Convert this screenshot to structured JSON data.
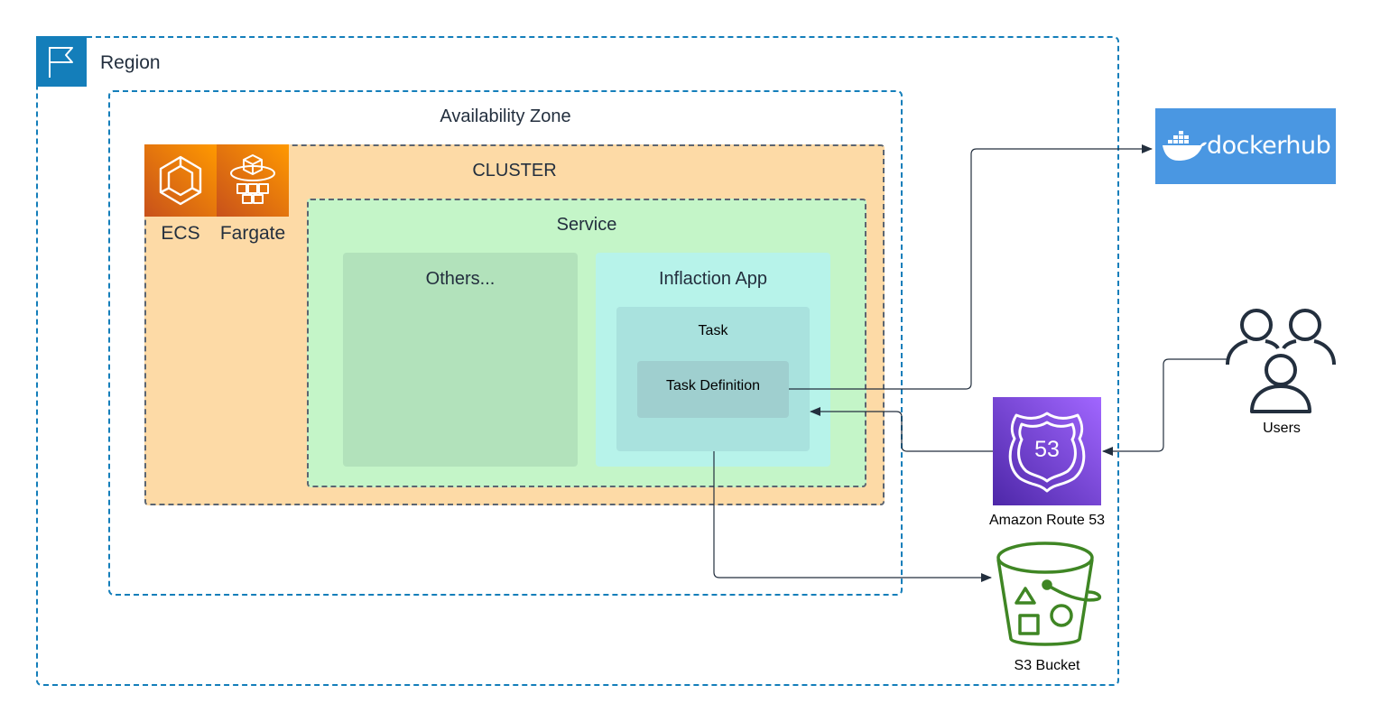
{
  "region": {
    "label": "Region"
  },
  "availability_zone": {
    "label": "Availability Zone"
  },
  "cluster": {
    "label": "CLUSTER"
  },
  "ecs": {
    "label": "ECS",
    "icon": "ecs-icon"
  },
  "fargate": {
    "label": "Fargate",
    "icon": "fargate-icon"
  },
  "service": {
    "label": "Service"
  },
  "others": {
    "label": "Others..."
  },
  "app": {
    "label": "Inflaction App"
  },
  "task": {
    "label": "Task"
  },
  "task_definition": {
    "label": "Task Definition"
  },
  "dockerhub": {
    "label": "dockerhub",
    "icon": "docker-whale-icon",
    "color": "#4a97e2"
  },
  "route53": {
    "label": "Amazon Route 53",
    "badge": "53",
    "icon": "route53-icon"
  },
  "users": {
    "label": "Users",
    "icon": "users-icon"
  },
  "s3": {
    "label": "S3 Bucket",
    "icon": "s3-bucket-icon"
  },
  "colors": {
    "region_border": "#147eba",
    "cluster_fill": "#fddaa6",
    "service_fill": "#c4f5c8",
    "others_fill": "#b2e2bb",
    "app_fill": "#b7f3ea",
    "task_fill": "#a9e2de",
    "task_definition_fill": "#9fcfcf",
    "ecs_orange": "#ed7100",
    "route53_purple": "#8c4fff",
    "s3_green": "#3f8624"
  }
}
